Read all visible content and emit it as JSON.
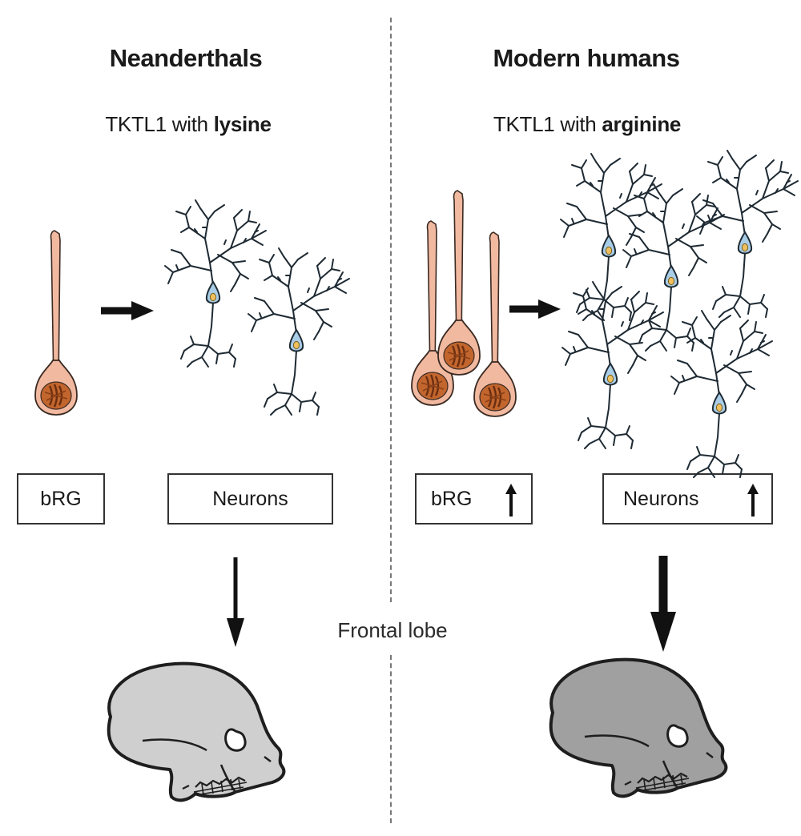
{
  "left_panel": {
    "title": "Neanderthals",
    "subtitle_prefix": "TKTL1 with ",
    "subtitle_emphasis": "lysine",
    "box_brg": "bRG",
    "box_neurons": "Neurons"
  },
  "right_panel": {
    "title": "Modern humans",
    "subtitle_prefix": "TKTL1 with ",
    "subtitle_emphasis": "arginine",
    "box_brg": "bRG",
    "box_neurons": "Neurons"
  },
  "center": {
    "label": "Frontal lobe"
  },
  "colors": {
    "cell_fill": "#f2b9a1",
    "cell_stroke": "#3a2a22",
    "nucleus": "#c2662e",
    "neuron_body": "#a9cde6",
    "neuron_nucleus": "#f0c060",
    "neuron_stroke": "#1e2a33",
    "skull_light": "#cfcfcf",
    "skull_dark": "#a0a0a0"
  },
  "icons": [
    "right-arrow-icon",
    "up-arrow-icon",
    "down-arrow-icon",
    "skull-icon",
    "neuron-icon",
    "radial-glia-cell-icon"
  ]
}
